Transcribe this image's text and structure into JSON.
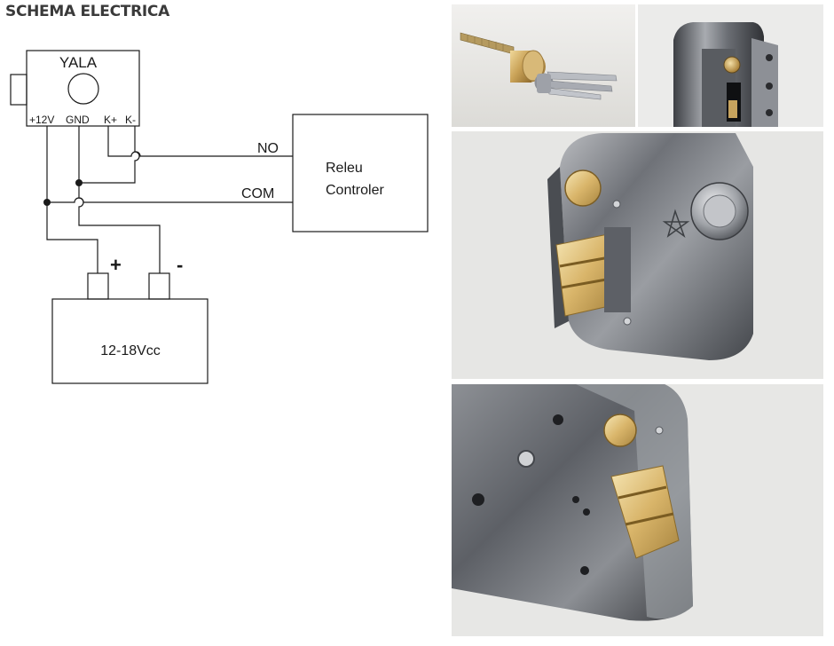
{
  "page": {
    "title": "SCHEMA ELECTRICA"
  },
  "lock": {
    "label": "YALA",
    "terminals": [
      "+12V",
      "GND",
      "K+",
      "K-"
    ]
  },
  "controller": {
    "line1": "Releu",
    "line2": "Controler"
  },
  "wires": {
    "no_label": "NO",
    "com_label": "COM"
  },
  "supply": {
    "label": "12-18Vcc",
    "plus": "+",
    "minus": "-"
  },
  "photos": [
    {
      "name": "key-cylinder-photo"
    },
    {
      "name": "lock-side-photo"
    },
    {
      "name": "lock-front-photo"
    },
    {
      "name": "lock-closeup-photo"
    }
  ],
  "colors": {
    "line": "#1a1a1a",
    "title": "#3a3a3a",
    "brass": "#d9b56a",
    "steel": "#7d7f84",
    "photo_bg": "#e7e6e2"
  }
}
